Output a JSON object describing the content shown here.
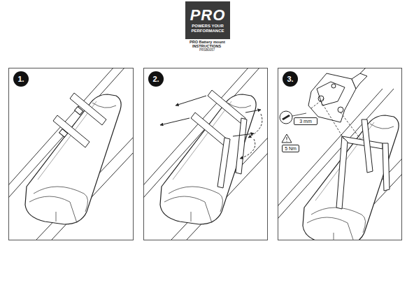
{
  "diagram": {
    "nodes": [
      {
        "text": [
          "PRO",
          "POWERS YOUR PERFORMANCE"
        ]
      },
      {
        "text": [
          "1."
        ]
      },
      {
        "text": [
          "2."
        ]
      },
      {
        "text": [
          "3."
        ]
      },
      {
        "text": [
          "3 mm"
        ]
      },
      {
        "text": [
          "5 Nm"
        ]
      }
    ],
    "labels": [
      "PRO Battery mount",
      "INSTRUCTIONS",
      "PRSB0057"
    ]
  }
}
